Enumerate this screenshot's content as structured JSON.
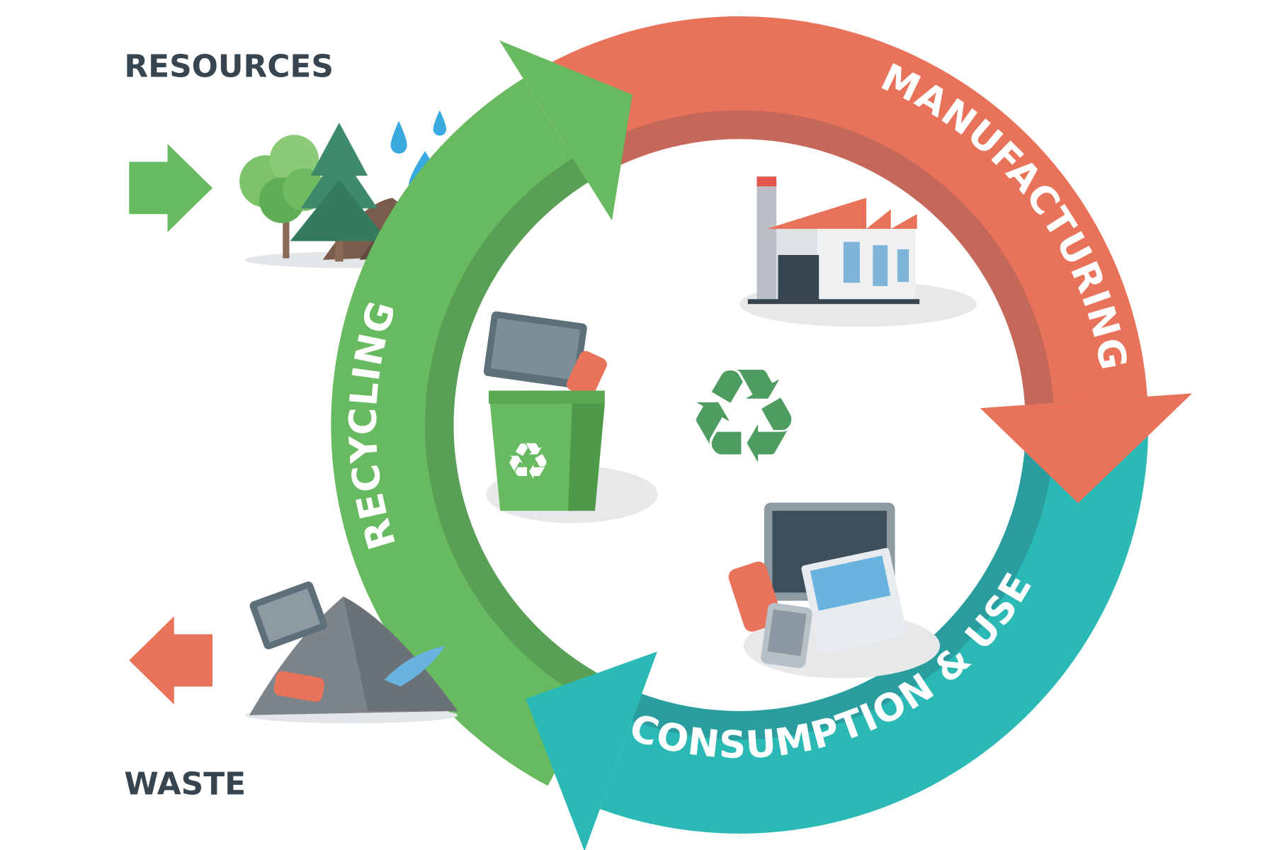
{
  "title": "Product Life Cycle",
  "labels": {
    "resources": "RESOURCES",
    "waste": "WASTE",
    "manufacturing": "MANUFACTURING",
    "consumption": "CONSUMPTION & USE",
    "recycling": "RECYCLING"
  },
  "colors": {
    "manufacturing": "#E8735A",
    "manufacturing_dark": "#C4685A",
    "consumption": "#2BB9B6",
    "consumption_dark": "#2A9D9E",
    "recycling": "#67BA5F",
    "recycling_dark": "#599F56",
    "text": "#36454F"
  },
  "icons": [
    "trees-icon",
    "water-drops-icon",
    "soil-pile-icon",
    "factory-icon",
    "recycle-bin-icon",
    "recycle-symbol-icon",
    "devices-icon",
    "waste-pile-icon",
    "arrow-in-icon",
    "arrow-out-icon"
  ]
}
